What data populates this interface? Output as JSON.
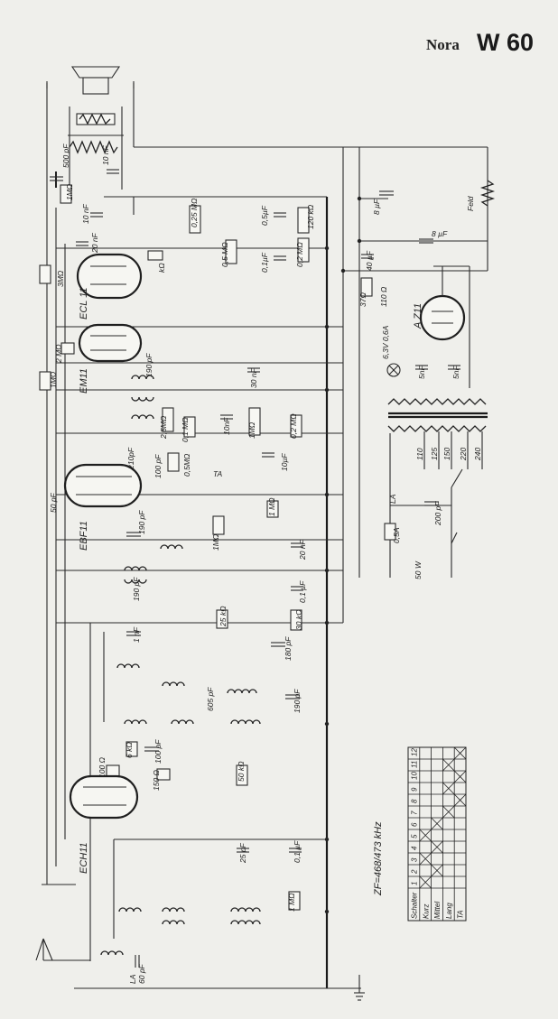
{
  "header": {
    "brand": "Nora",
    "model": "W 60"
  },
  "tubes": {
    "ecl11": "ECL 11",
    "em11": "EM11",
    "ebf11": "EBF11",
    "ech11": "ECH11",
    "az11": "A Z11"
  },
  "components": {
    "c500pf": "500 pF",
    "r1m_a": "1MΩ",
    "c10nf_a": "10 nF",
    "c10nf_b": "10 nF",
    "c20nf_a": "20 nF",
    "r3m": "3MΩ",
    "r0_25m": "0,25 MΩ",
    "c0_5uf": "0,5µF",
    "r120k": "120 kΩ",
    "c8uf_a": "8 µF",
    "rk": "kΩ",
    "r0_5m_a": "0,5 MΩ",
    "c0_1uf_a": "0,1µF",
    "r0_2m_a": "0,2 MΩ",
    "c40uf": "40 µF",
    "r37": "37Ω",
    "r110": "110 Ω",
    "c8uf_b": "8 µF",
    "feld": "Feld",
    "r2m": "2 MΩ",
    "r1m_b": "1MΩ",
    "c190pf_a": "190 pF",
    "c30nf": "30 nF",
    "lamp": "6,3V 0,6A",
    "c5nf_a": "5nF",
    "c5nf_b": "5nF",
    "r2_5m": "2,5MΩ",
    "r0_1m": "0,1 MΩ",
    "c10nf_c": "10nF",
    "r1m_c": "1MΩ",
    "r0_2m_b": "0,2 MΩ",
    "c210pf": "210pF",
    "c100pf_a": "100 pF",
    "r0_5m_b": "0,5MΩ",
    "c10uf": "10µF",
    "ta": "TA",
    "c50pf": "50 pF",
    "r1m_d": "1 MΩ",
    "v110": "110",
    "v125": "125",
    "v150": "150",
    "v220": "220",
    "v240": "240",
    "la_a": "LA",
    "c200pf": "200 pF",
    "f0_5a": "0,5A",
    "w50": "50 W",
    "c190pf_b": "190 pF",
    "r1m_e": "1MΩ",
    "c20nf_b": "20 nF",
    "c190pf_c": "190 pF",
    "c0_1uf_b": "0,1 µF",
    "r25k": "25 kΩ",
    "r30k": "30 kΩ",
    "c1nf": "1 nF",
    "c180pf": "180 pF",
    "c605pf": "605 pF",
    "c190pf_d": "190 pF",
    "r6k": "6 kΩ",
    "c100pf_b": "100 pF",
    "r100": "100 Ω",
    "r150": "150 Ω",
    "r50k": "50 kΩ",
    "c25pf": "25 pF",
    "c0_1uf_c": "0,1 µF",
    "r1m_f": "1 MΩ",
    "la_b": "LA",
    "c60pf": "60 pF",
    "zf": "ZF=468/473 kHz"
  },
  "switch_table": {
    "headers": [
      "Schalter",
      "1",
      "2",
      "3",
      "4",
      "5",
      "6",
      "7",
      "8",
      "9",
      "10",
      "11",
      "12"
    ],
    "rows": [
      "Kurz",
      "Mittel",
      "Lang",
      "TA"
    ],
    "crosses": [
      [
        1,
        1
      ],
      [
        1,
        3
      ],
      [
        1,
        5
      ],
      [
        2,
        2
      ],
      [
        2,
        4
      ],
      [
        2,
        6
      ],
      [
        3,
        7
      ],
      [
        3,
        9
      ],
      [
        3,
        11
      ],
      [
        4,
        8
      ],
      [
        4,
        10
      ],
      [
        4,
        12
      ]
    ]
  }
}
